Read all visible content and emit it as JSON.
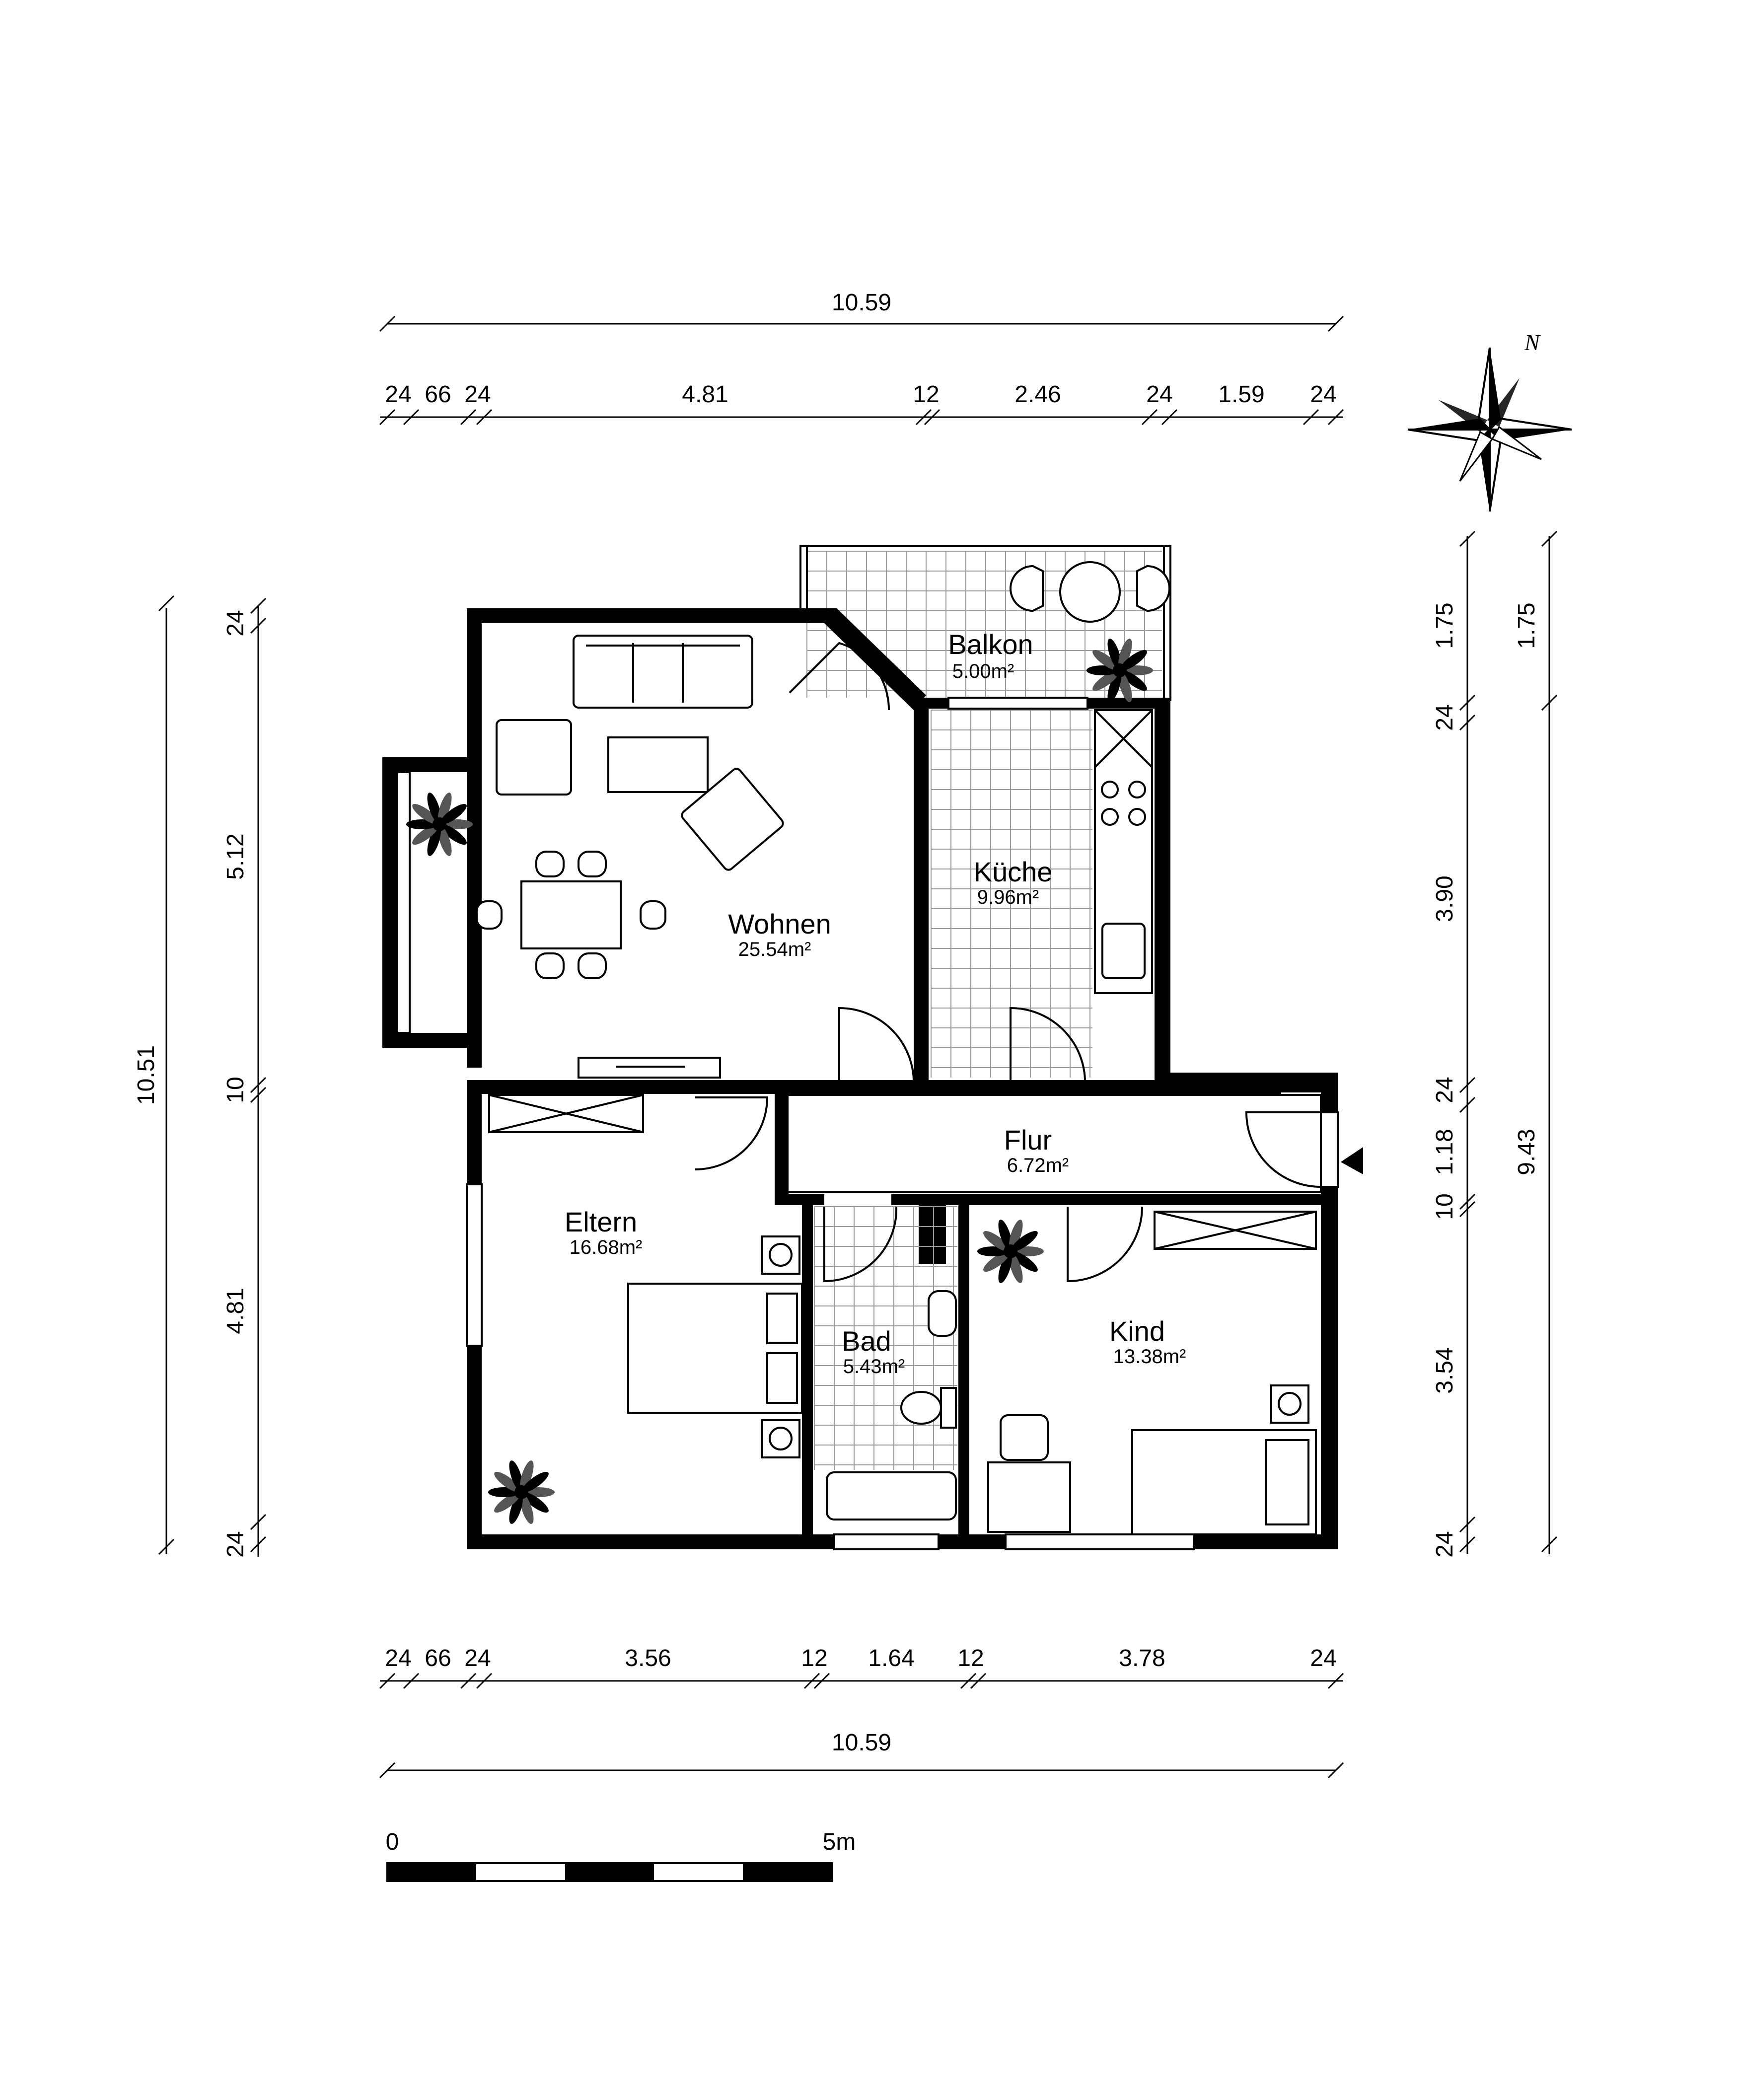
{
  "top_dims": {
    "overall": "10.59",
    "segments": [
      "24",
      "66",
      "24",
      "4.81",
      "12",
      "2.46",
      "24",
      "1.59",
      "24"
    ]
  },
  "bottom_dims": {
    "overall": "10.59",
    "segments": [
      "24",
      "66",
      "24",
      "3.56",
      "12",
      "1.64",
      "12",
      "3.78",
      "24"
    ]
  },
  "left_dims": {
    "overall": "10.51",
    "segments": [
      "24",
      "5.12",
      "10",
      "4.81",
      "24"
    ]
  },
  "right_dims": {
    "overall": "9.43",
    "segments": [
      "1.75",
      "24",
      "3.90",
      "24",
      "1.18",
      "10",
      "3.54",
      "24"
    ],
    "balcony": "1.75"
  },
  "rooms": [
    {
      "name": "Balkon",
      "area": "5.00m²"
    },
    {
      "name": "Wohnen",
      "area": "25.54m²"
    },
    {
      "name": "Küche",
      "area": "9.96m²"
    },
    {
      "name": "Flur",
      "area": "6.72m²"
    },
    {
      "name": "Eltern",
      "area": "16.68m²"
    },
    {
      "name": "Bad",
      "area": "5.43m²"
    },
    {
      "name": "Kind",
      "area": "13.38m²"
    }
  ],
  "compass": {
    "north_label": "N"
  },
  "scale_bar": {
    "start": "0",
    "end": "5m"
  }
}
